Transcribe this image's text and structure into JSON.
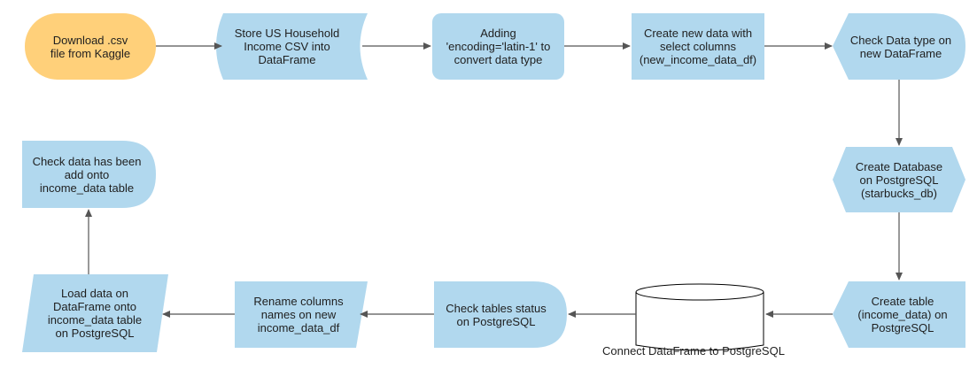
{
  "colors": {
    "start_fill": "#ffd07a",
    "process_fill": "#b1d8ee",
    "arrow": "#555555"
  },
  "nodes": {
    "download": "Download .csv\nfile from Kaggle",
    "store": "Store US Household\nIncome CSV into\nDataFrame",
    "adding": "Adding\n'encoding='latin-1' to\nconvert data type",
    "create_new": "Create new data with\nselect columns\n(new_income_data_df)",
    "check_dtype": "Check Data type on\nnew DataFrame",
    "create_db": "Create Database\non PostgreSQL\n(starbucks_db)",
    "create_table": "Create table\n(income_data) on\nPostgreSQL",
    "connect": "Connect DataFrame to PostgreSQL",
    "check_tables": "Check tables status\non PostgreSQL",
    "rename": "Rename columns\nnames on new\nincome_data_df",
    "load": "Load data on\nDataFrame onto\nincome_data table\non PostgreSQL",
    "check_added": "Check data has been\nadd onto\nincome_data table"
  }
}
